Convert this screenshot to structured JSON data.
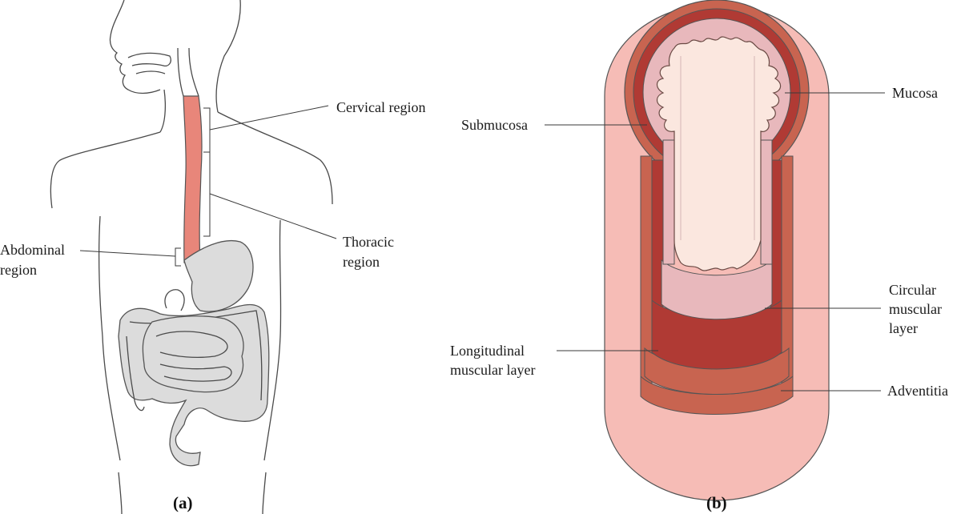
{
  "panel_a": {
    "caption": "(a)",
    "labels": {
      "cervical": "Cervical region",
      "thoracic_1": "Thoracic",
      "thoracic_2": "region",
      "abdominal_1": "Abdominal",
      "abdominal_2": "region"
    }
  },
  "panel_b": {
    "caption": "(b)",
    "labels": {
      "mucosa": "Mucosa",
      "submucosa": "Submucosa",
      "circular_1": "Circular",
      "circular_2": "muscular",
      "circular_3": "layer",
      "longitudinal_1": "Longitudinal",
      "longitudinal_2": "muscular layer",
      "adventitia": "Adventitia"
    }
  },
  "colors": {
    "esophagus": "#e8867a",
    "organs": "#dcdcdc",
    "adventitia": "#f6bcb6",
    "longitudinal": "#c86450",
    "circular": "#b03a34",
    "submucosa": "#e8b8bc",
    "mucosa": "#fbe7df"
  }
}
